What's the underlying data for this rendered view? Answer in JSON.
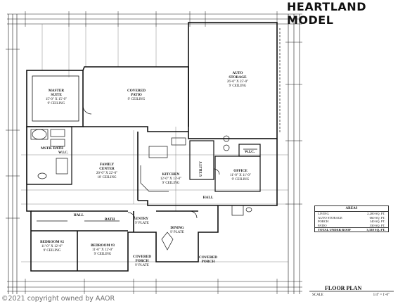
{
  "header": {
    "title": "HEARTLAND MODEL"
  },
  "rooms": {
    "master_suite": [
      "MASTER",
      "SUITE",
      "15'-0\" X 15'-0\"",
      "9' CEILING"
    ],
    "covered_patio": [
      "COVERED",
      "PATIO",
      "9' CEILING"
    ],
    "auto_storage": [
      "AUTO",
      "STORAGE",
      "26'-0\" X 25'-0\"",
      "9' CEILING"
    ],
    "family_center": [
      "FAMILY",
      "CENTER",
      "20'-0\" X 22'-0\"",
      "10' CEILING"
    ],
    "kitchen": [
      "KITCHEN",
      "12'-0\" X 13'-0\"",
      "9' CEILING"
    ],
    "utility": [
      "UTILITY"
    ],
    "office": [
      "OFFICE",
      "11'-0\" X 11'-0\"",
      "9' CEILING"
    ],
    "wic_master": [
      "W.I.C."
    ],
    "wic_office": [
      "W.I.C."
    ],
    "master_bath": [
      "MSTR. BATH"
    ],
    "hall_right": [
      "HALL"
    ],
    "hall_left": [
      "HALL"
    ],
    "bath_left": [
      "BATH"
    ],
    "entry": [
      "ENTRY",
      "9' PLATE"
    ],
    "dining": [
      "DINING",
      "9' PLATE"
    ],
    "bedroom2": [
      "BEDROOM #2",
      "11'-0\" X 12'-0\"",
      "9' CEILING"
    ],
    "bedroom3": [
      "BEDROOM #3",
      "11'-0\" X 12'-0\"",
      "9' CEILING"
    ],
    "covered_porch_1": [
      "COVERED",
      "PORCH",
      "9' PLATE"
    ],
    "covered_porch_2": [
      "COVERED",
      "PORCH"
    ]
  },
  "areas_table": {
    "heading": "AREAS",
    "rows": [
      {
        "label": "LIVING",
        "value": "2,200 SQ. FT."
      },
      {
        "label": "AUTO STORAGE",
        "value": "660 SQ. FT."
      },
      {
        "label": "PORCH",
        "value": "140 SQ. FT."
      },
      {
        "label": "PATIO",
        "value": "330 SQ. FT."
      }
    ],
    "total": {
      "label": "TOTAL UNDER ROOF",
      "value": "3,330 SQ. FT."
    }
  },
  "footer": {
    "plan_label": "FLOOR PLAN",
    "scale_label": "SCALE",
    "scale_value": "1/4\" = 1'-0\""
  },
  "watermark": "©2021 copyright owned by AAOR"
}
